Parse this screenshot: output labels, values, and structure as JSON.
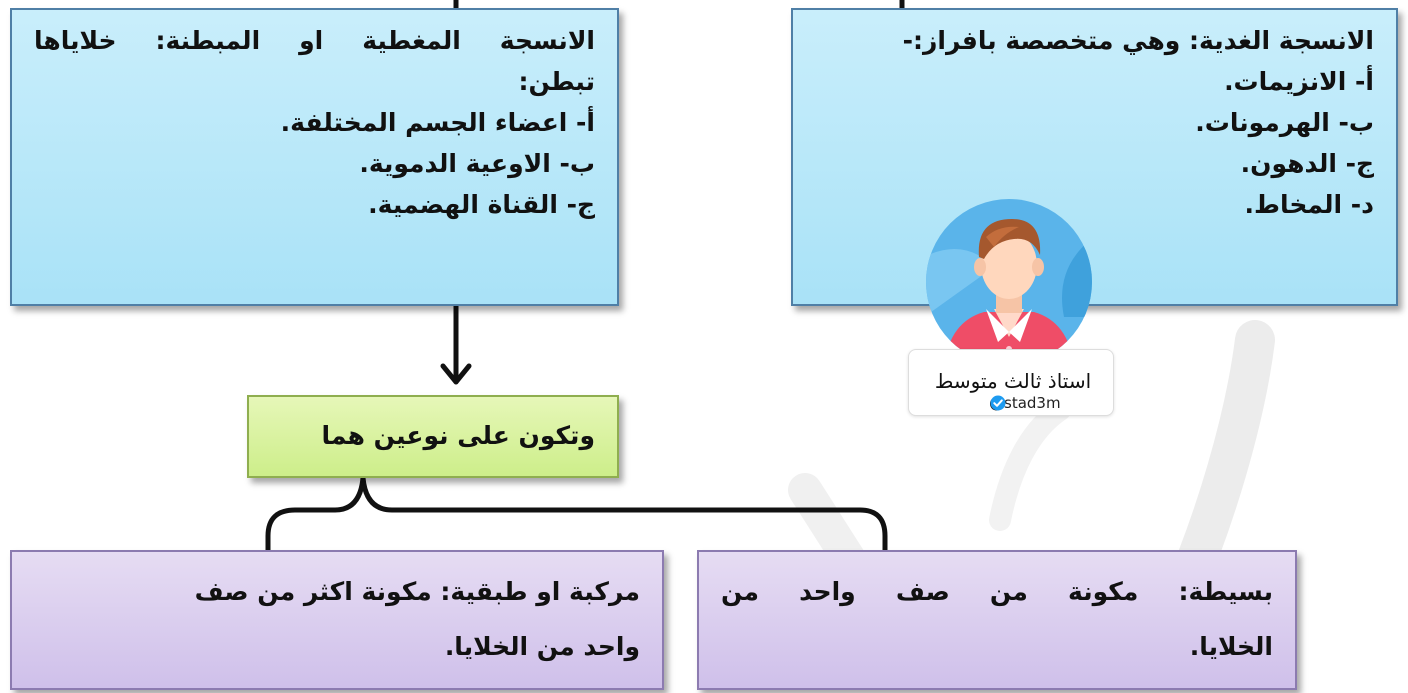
{
  "boxes": {
    "covering": {
      "lines": [
        "الانسجة المغطية او المبطنة: خلاياها",
        "تبطن:",
        "أ-   اعضاء الجسم المختلفة.",
        "ب- الاوعية الدموية.",
        "ج- القناة الهضمية."
      ]
    },
    "glandular": {
      "lines": [
        "الانسجة الغدية: وهي متخصصة بافراز:-",
        "أ-   الانزيمات.",
        "ب- الهرمونات.",
        "ج- الدهون.",
        "د-  المخاط."
      ]
    },
    "types": {
      "label": "وتكون على نوعين هما"
    },
    "compound": {
      "lines": [
        "مركبة او طبقية: مكونة اكثر من صف",
        "واحد من الخلايا."
      ]
    },
    "simple": {
      "lines": [
        "بسيطة: مكونة من صف واحد من",
        "الخلايا."
      ]
    }
  },
  "badge": {
    "name": "استاذ ثالث متوسط",
    "handle": "@stad3m"
  },
  "colors": {
    "blue_box": "#b5e6f8",
    "green_box": "#d8f2a2",
    "purple_box": "#d9cdee",
    "connector": "#111111",
    "avatar_bg": "#5ab4ea",
    "verified": "#1d9bf0"
  }
}
